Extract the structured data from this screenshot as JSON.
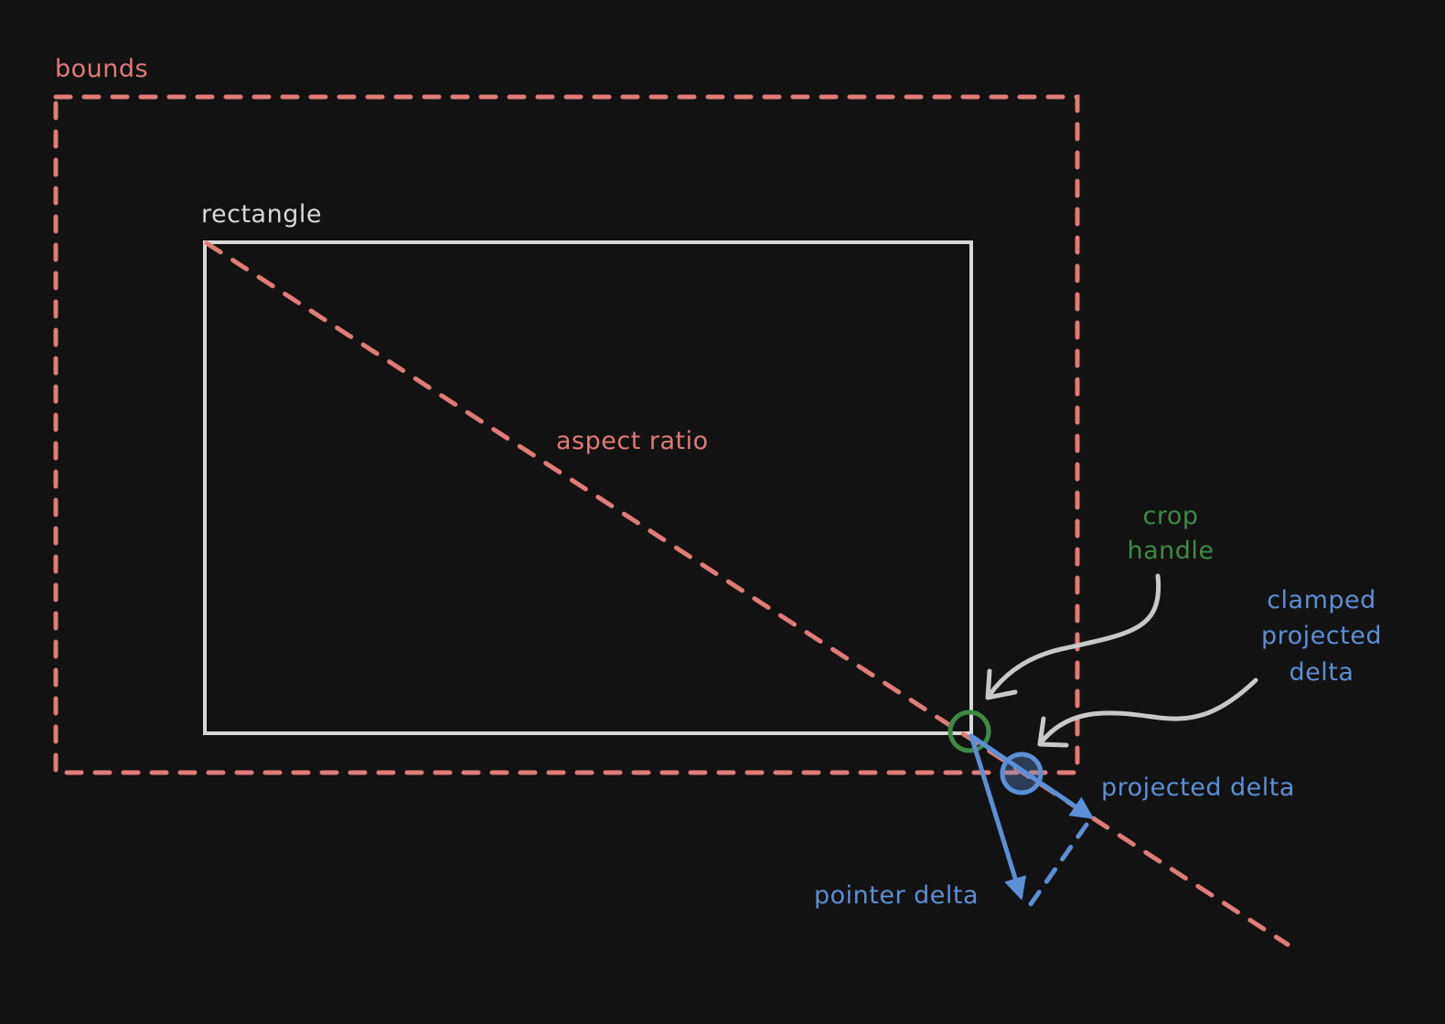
{
  "colors": {
    "background": "#121212",
    "bounds": "#e07b78",
    "rectangle": "#d8d8d8",
    "aspect_ratio": "#e07b78",
    "crop_handle": "#3e8a45",
    "projection": "#5b8fd6",
    "label_green": "#3e8a45",
    "label_blue": "#5b8fd6",
    "arrow_gray": "#c8c8c8"
  },
  "labels": {
    "bounds": "bounds",
    "rectangle": "rectangle",
    "aspect_ratio": "aspect ratio",
    "crop_handle_line1": "crop",
    "crop_handle_line2": "handle",
    "clamped_line1": "clamped",
    "clamped_line2": "projected",
    "clamped_line3": "delta",
    "projected_delta": "projected delta",
    "pointer_delta": "pointer delta"
  }
}
